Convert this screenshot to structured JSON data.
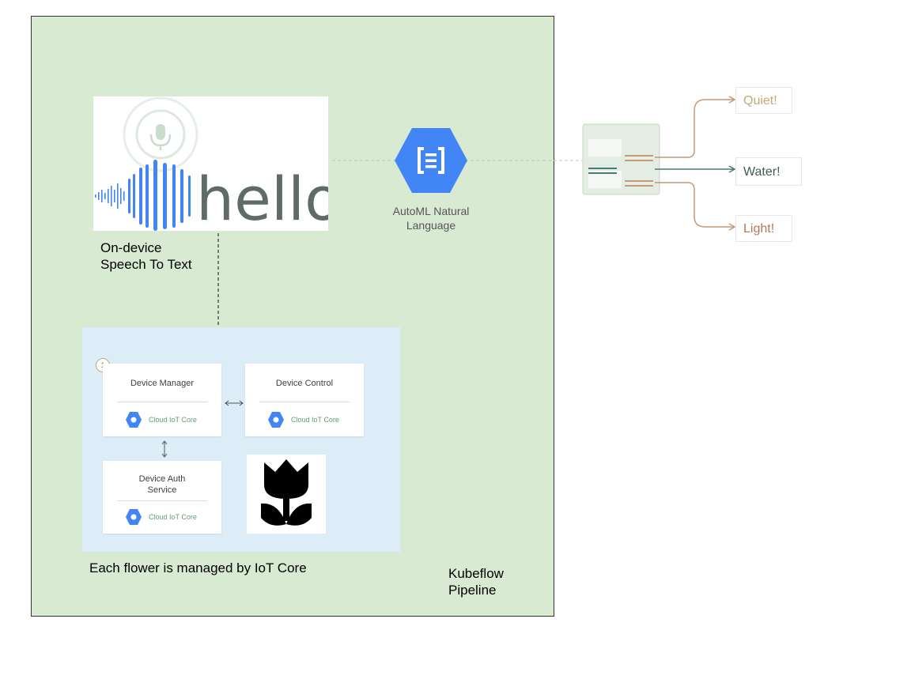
{
  "pipeline": {
    "label_line1": "Kubeflow",
    "label_line2": "Pipeline"
  },
  "speech": {
    "word": "hello",
    "label_line1": "On-device",
    "label_line2": "Speech To Text"
  },
  "automl": {
    "label_line1": "AutoML Natural",
    "label_line2": "Language"
  },
  "iot": {
    "step_number": "1",
    "cards": {
      "device_manager": {
        "title": "Device Manager",
        "sub": "Cloud IoT Core"
      },
      "device_control": {
        "title": "Device Control",
        "sub": "Cloud IoT Core"
      },
      "device_auth": {
        "title_line1": "Device Auth",
        "title_line2": "Service",
        "sub": "Cloud IoT Core"
      }
    },
    "caption": "Each flower is managed by IoT Core"
  },
  "outputs": [
    {
      "label": "Quiet!"
    },
    {
      "label": "Water!"
    },
    {
      "label": "Light!"
    }
  ],
  "colors": {
    "pipeline_bg": "#d9ead3",
    "iot_bg": "#dcedf7",
    "google_blue": "#4285f4",
    "arrow_brown": "#c49a78",
    "arrow_teal": "#4a7a74"
  },
  "icons": [
    "microphone-icon",
    "automl-natural-language-icon",
    "cloud-iot-core-icon",
    "tulip-icon",
    "document-icon"
  ]
}
